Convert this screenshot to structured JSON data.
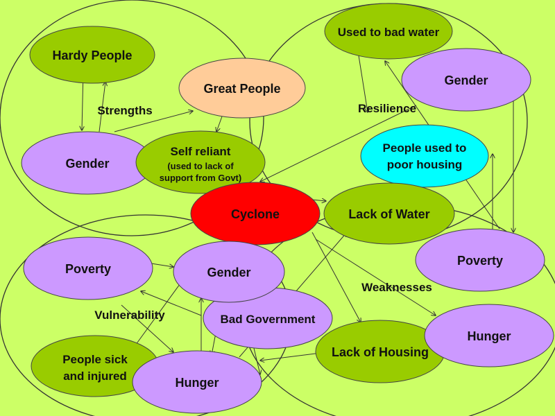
{
  "diagram": {
    "regions": {
      "strengths": "Strengths",
      "resilience": "Resilience",
      "vulnerability": "Vulnerability",
      "weaknesses": "Weaknesses"
    },
    "nodes": {
      "hardy_people": "Hardy People",
      "great_people": "Great People",
      "gender_strengths": "Gender",
      "self_reliant": "Self reliant",
      "self_reliant_sub1": "(used to lack of",
      "self_reliant_sub2": "support from Govt)",
      "used_to_bad_water": "Used to bad water",
      "gender_resilience": "Gender",
      "people_used_to_poor_housing_1": "People used to",
      "people_used_to_poor_housing_2": "poor housing",
      "cyclone": "Cyclone",
      "lack_of_water": "Lack of Water",
      "poverty_vulnerability": "Poverty",
      "gender_center": "Gender",
      "bad_government": "Bad Government",
      "people_sick_1": "People sick",
      "people_sick_2": "and injured",
      "hunger_vulnerability": "Hunger",
      "poverty_weaknesses": "Poverty",
      "lack_of_housing": "Lack of Housing",
      "hunger_weaknesses": "Hunger"
    },
    "colors": {
      "green": "#99cc00",
      "purple": "#cc99ff",
      "peach": "#ffcc99",
      "cyan": "#00ffff",
      "red": "#ff0000",
      "background": "#ccff66"
    }
  }
}
